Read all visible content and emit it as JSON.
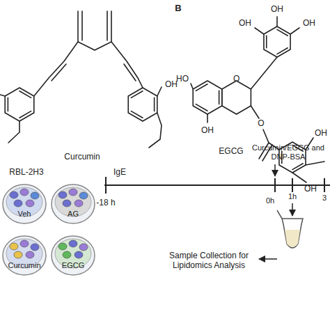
{
  "diagram": {
    "nodes": [
      {
        "text": [
          "Veh"
        ]
      },
      {
        "text": [
          "AG"
        ]
      },
      {
        "text": [
          "Curcumin"
        ]
      },
      {
        "text": [
          "EGCG"
        ]
      }
    ],
    "labels": [
      "B",
      "OH",
      "Curcumin",
      "OH",
      "OH",
      "OH",
      "HO",
      "O",
      "OH",
      "O",
      "OH",
      "OH",
      "EGCG",
      "RBL-2H3",
      "IgE",
      "-18 h",
      "Curcumin/EGCG and DNP-BSA",
      "0h",
      "1h",
      "3",
      "Sample Collection for Lipidomics Analysis"
    ]
  }
}
